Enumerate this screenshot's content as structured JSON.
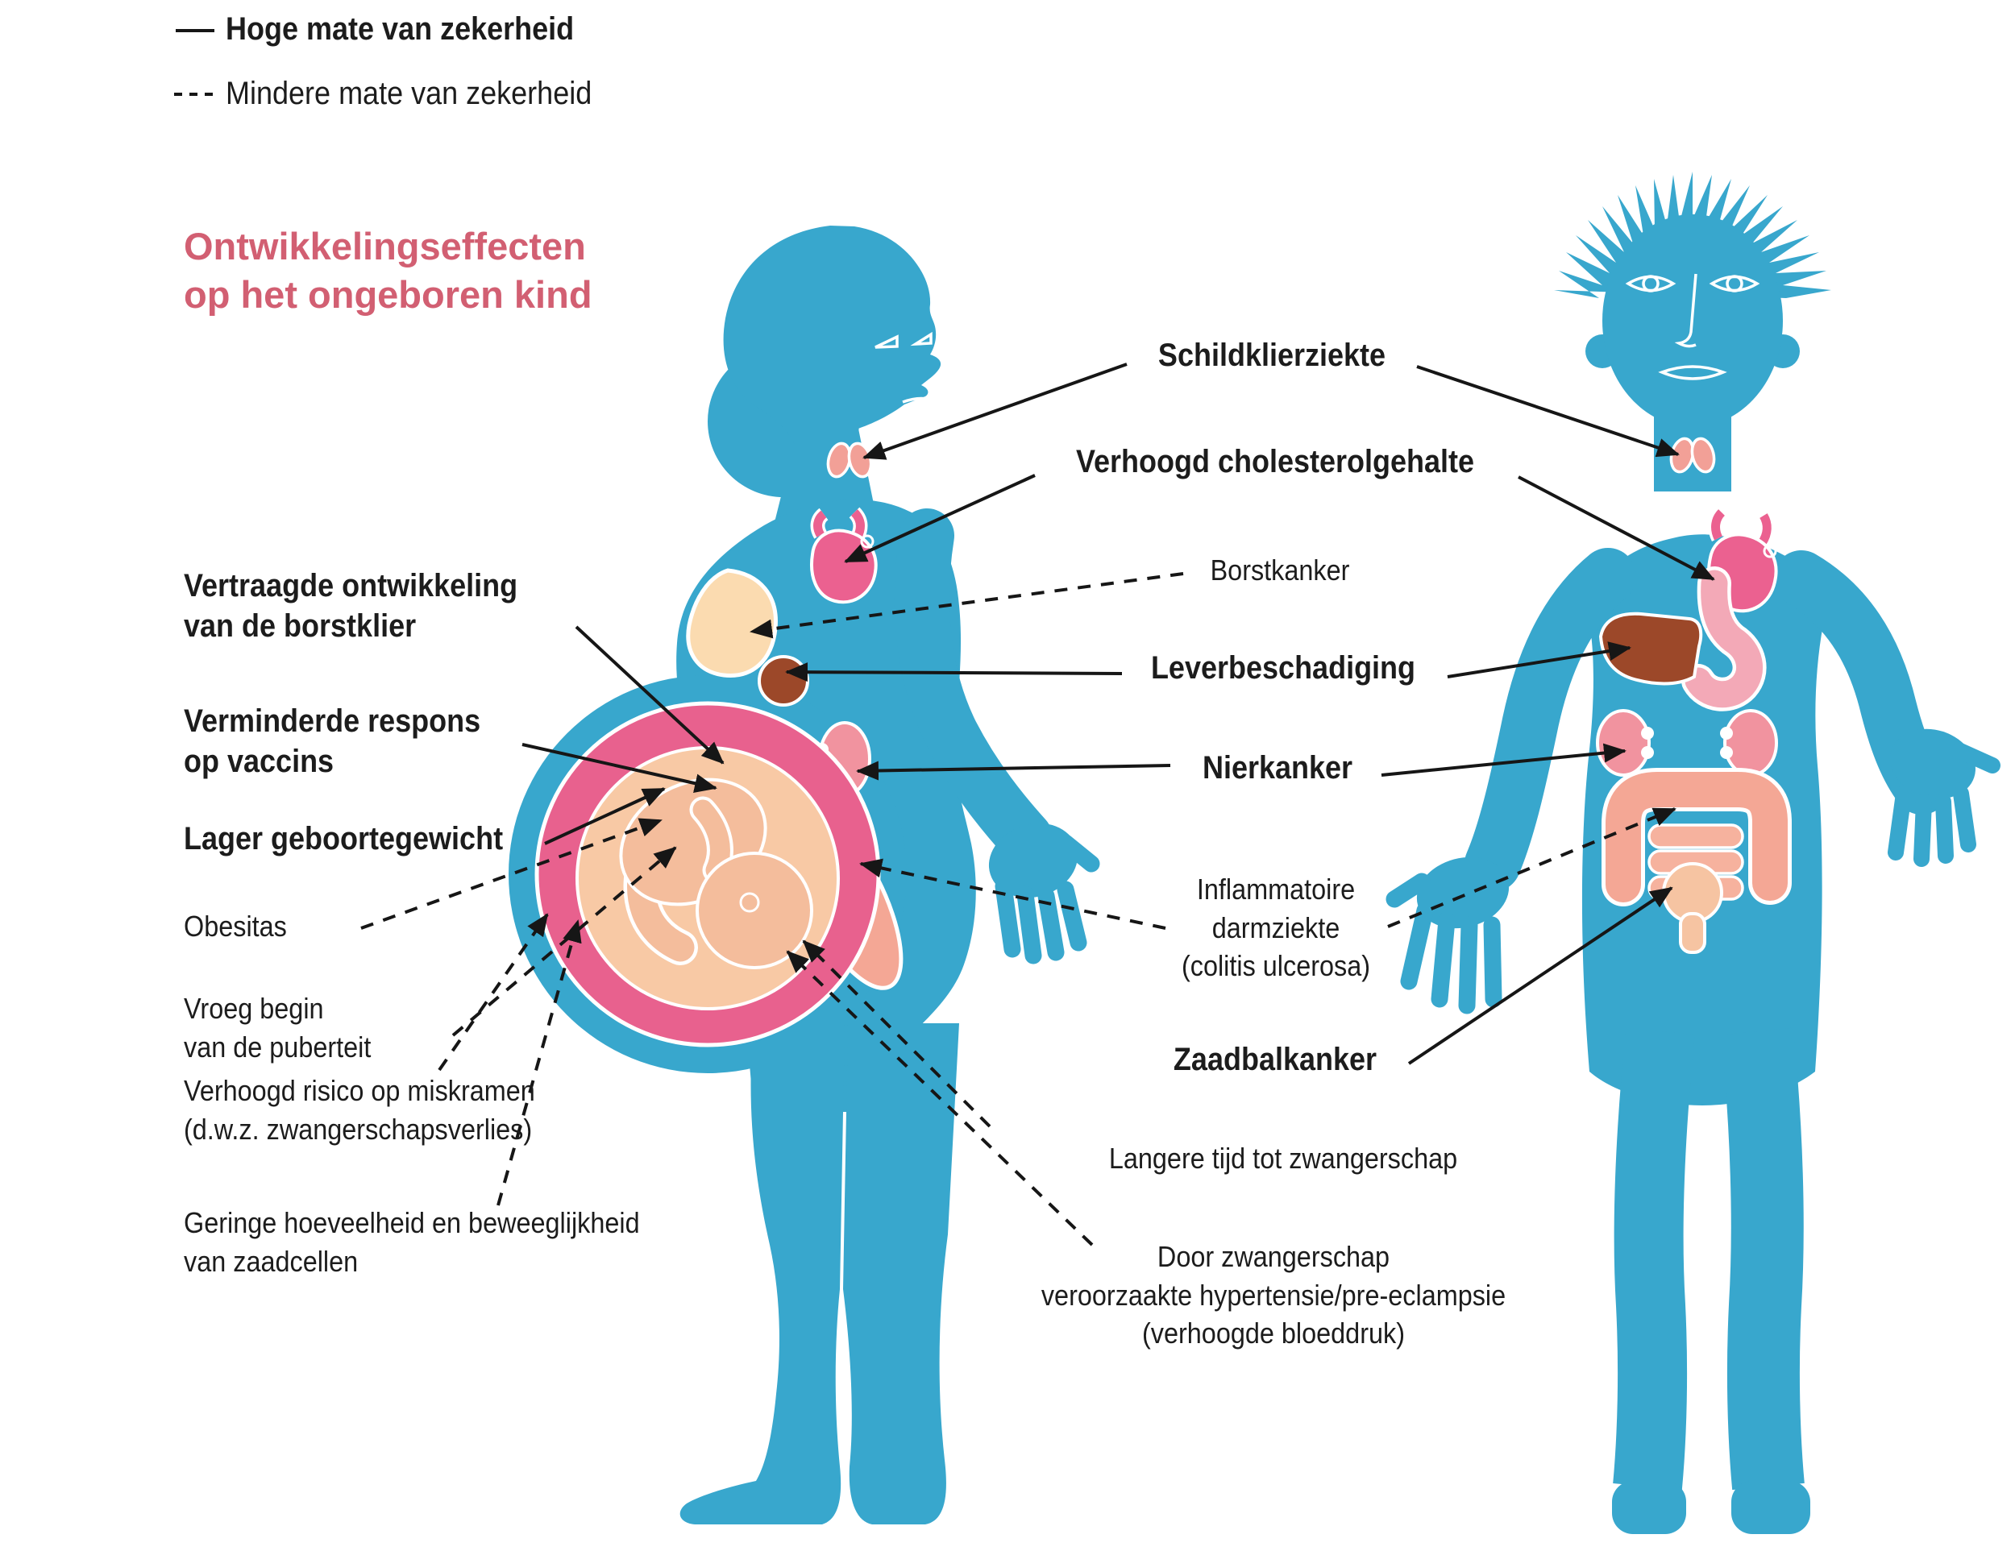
{
  "legend": {
    "high_certainty": "Hoge mate van zekerheid",
    "low_certainty": "Mindere mate van zekerheid"
  },
  "heading": {
    "line1": "Ontwikkelingseffecten",
    "line2": "op het ongeboren kind"
  },
  "labels": {
    "vertraagde": {
      "line1": "Vertraagde ontwikkeling",
      "line2": "van de borstklier"
    },
    "vaccins": {
      "line1": "Verminderde respons",
      "line2": "op vaccins"
    },
    "geboortegewicht": {
      "line1": "Lager geboortegewicht"
    },
    "obesitas": {
      "line1": "Obesitas"
    },
    "puberteit": {
      "line1": "Vroeg begin",
      "line2": "van de puberteit"
    },
    "miskramen": {
      "line1": "Verhoogd risico op miskramen",
      "line2": "(d.w.z. zwangerschapsverlies)"
    },
    "zaadcellen": {
      "line1": "Geringe hoeveelheid en beweeglijkheid",
      "line2": "van zaadcellen"
    },
    "schildklier": {
      "line1": "Schildklierziekte"
    },
    "cholesterol": {
      "line1": "Verhoogd cholesterolgehalte"
    },
    "borstkanker": {
      "line1": "Borstkanker"
    },
    "lever": {
      "line1": "Leverbeschadiging"
    },
    "nierkanker": {
      "line1": "Nierkanker"
    },
    "darmziekte": {
      "line1": "Inflammatoire",
      "line2": "darmziekte",
      "line3": "(colitis ulcerosa)"
    },
    "zaadbalkanker": {
      "line1": "Zaadbalkanker"
    },
    "zwangerschap_tijd": {
      "line1": "Langere tijd tot zwangerschap"
    },
    "hypertensie": {
      "line1": "Door zwangerschap",
      "line2": "veroorzaakte hypertensie/pre-eclampsie",
      "line3": "(verhoogde bloeddruk)"
    }
  },
  "figures": {
    "left": "pregnant-woman-silhouette-with-fetus",
    "right": "man-silhouette-with-organs"
  },
  "colors": {
    "body": "#38A7CD",
    "heading": "#D25F72",
    "heart_pink": "#EB6190",
    "uterus_pink": "#E8618E",
    "sac_peach": "#F8C9A5",
    "fetus_peach": "#F4BD9C",
    "breast_cream": "#FBDBB0",
    "liver_brown": "#9C4829",
    "kidney_pink": "#F1939F",
    "intestine_salmon": "#F4A795",
    "stomach_pink": "#F3A9B7",
    "thyroid_salmon": "#F2A097",
    "testis_peach": "#F6C4A2",
    "line": "#161616"
  }
}
